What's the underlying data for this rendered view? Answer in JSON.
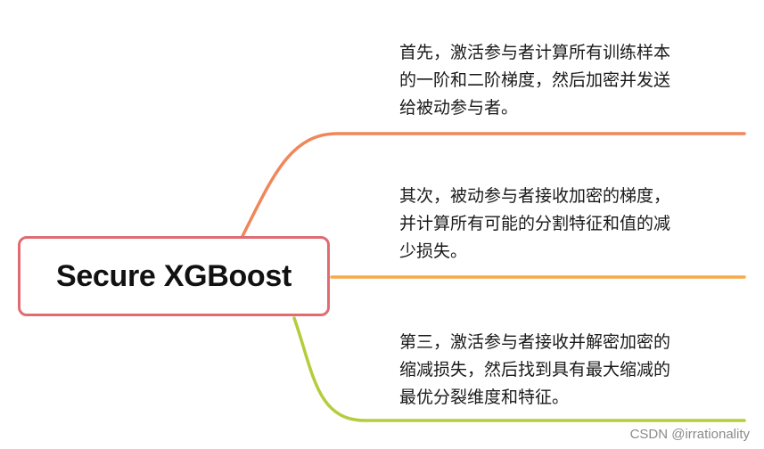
{
  "root": {
    "label": "Secure XGBoost",
    "border_color": "#e06c72"
  },
  "branches": [
    {
      "text": "首先，激活参与者计算所有训练样本\n的一阶和二阶梯度，然后加密并发送\n给被动参与者。",
      "color": "#f0875a"
    },
    {
      "text": "其次，被动参与者接收加密的梯度，\n并计算所有可能的分割特征和值的减\n少损失。",
      "color": "#f9a945"
    },
    {
      "text": "第三，激活参与者接收并解密加密的\n缩减损失，然后找到具有最大缩减的\n最优分裂维度和特征。",
      "color": "#b3cd3d"
    }
  ],
  "watermark": "CSDN @irrationality"
}
